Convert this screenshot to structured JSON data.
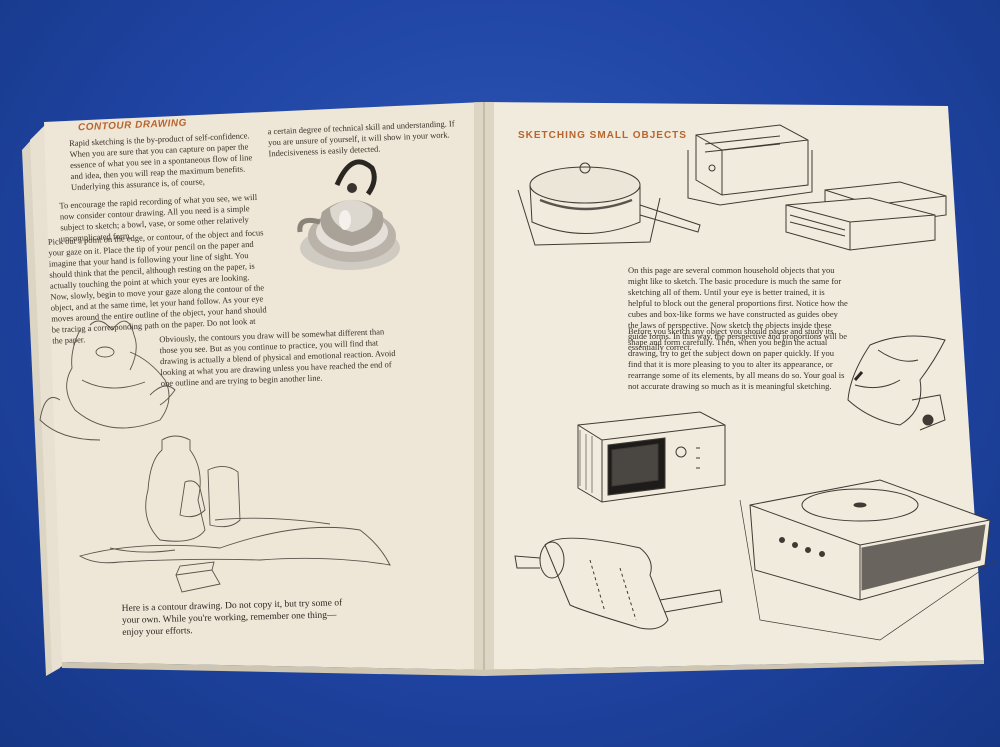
{
  "left_page": {
    "heading": "CONTOUR DRAWING",
    "col1_p1": "Rapid sketching is the by-product of self-confidence. When you are sure that you can capture on paper the essence of what you see in a spontaneous flow of line and idea, then you will reap the maximum benefits. Underlying this assurance is, of course,",
    "col2_p1": "a certain degree of technical skill and understanding. If you are unsure of yourself, it will show in your work. Indecisiveness is easily detected.",
    "col1_p2": "To encourage the rapid recording of what you see, we will now consider contour drawing. All you need is a simple subject to sketch; a bowl, vase, or some other relatively uncomplicated form.",
    "col1_p3": "Pick out a point on the edge, or contour, of the object and focus your gaze on it. Place the tip of your pencil on the paper and imagine that your hand is following your line of sight. You should think that the pencil, although resting on the paper, is actually touching the point at which your eyes are looking. Now, slowly, begin to move your gaze along the contour of the object, and at the same time, let your hand follow. As your eye moves around the entire outline of the object, your hand should be tracing a corresponding path on the paper. Do not look at the paper.",
    "mid_text": "Obviously, the contours you draw will be somewhat different than those you see. But as you continue to practice, you will find that drawing is actually a blend of physical and emotional reaction. Avoid looking at what you are drawing unless you have reached the end of one outline and are trying to begin another line.",
    "caption": "Here is a contour drawing. Do not copy it, but try some of your own. While you're working, remember one thing—enjoy your efforts."
  },
  "right_page": {
    "heading": "SKETCHING SMALL OBJECTS",
    "p1": "On this page are several common household objects that you might like to sketch. The basic procedure is much the same for sketching all of them. Until your eye is better trained, it is helpful to block out the general proportions first. Notice how the cubes and box-like forms we have constructed as guides obey the laws of perspective. Now sketch the objects inside these guide forms. In this way, the perspective and proportions will be essentially correct.",
    "p2": "Before you sketch any object you should pause and study its shape and form carefully. Then, when you begin the actual drawing, try to get the subject down on paper quickly. If you find that it is more pleasing to you to alter its appearance, or rearrange some of its elements, by all means do so. Your goal is not accurate drawing so much as it is meaningful sketching."
  },
  "colors": {
    "cloth": "#2348a8",
    "paper": "#efe9dc",
    "heading": "#b8652e",
    "ink": "#3a3028"
  }
}
